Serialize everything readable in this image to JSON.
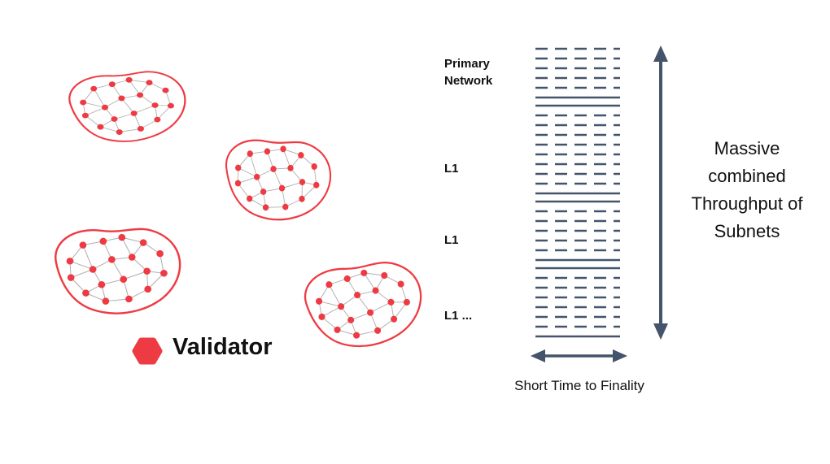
{
  "colors": {
    "red": "#ee3b43",
    "slate": "#44546a",
    "edge": "#b0b0b0"
  },
  "legend": {
    "label": "Validator"
  },
  "stack": {
    "sections": [
      {
        "label": "Primary Network",
        "dashed_rows": 5
      },
      {
        "label": "L1",
        "dashed_rows": 8
      },
      {
        "label": "L1",
        "dashed_rows": 5
      },
      {
        "label": "L1 ...",
        "dashed_rows": 6
      }
    ]
  },
  "annotations": {
    "right_arrow_label": "Massive combined Throughput of Subnets",
    "bottom_arrow_label": "Short Time to Finality"
  },
  "clusters": {
    "count": 4,
    "node_meaning": "validator-node"
  }
}
